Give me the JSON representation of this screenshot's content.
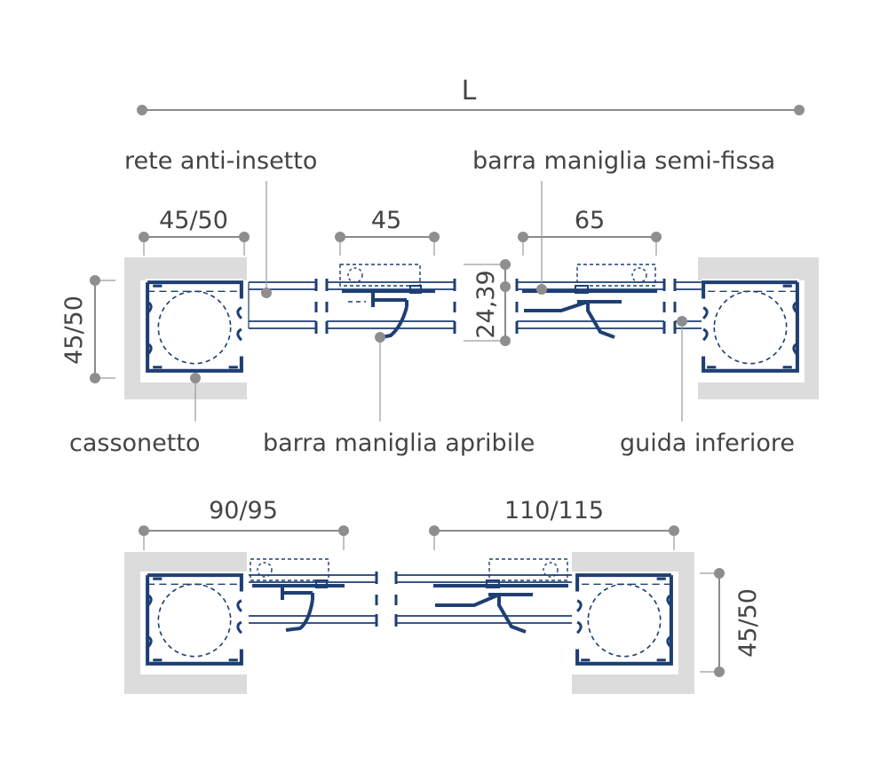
{
  "colors": {
    "profile": "#1e3f73",
    "wall": "#dcdcdc",
    "dimension": "#8e8e8e",
    "text": "#444444"
  },
  "dimensions": {
    "overall_length": "L",
    "box_width_top": "45/50",
    "handle_open_width": "45",
    "handle_semi_width": "65",
    "box_height_left": "45/50",
    "rail_height": "24,39",
    "bottom_left_width": "90/95",
    "bottom_right_width": "110/115",
    "box_height_right": "45/50"
  },
  "labels": {
    "insect_net": "rete anti-insetto",
    "semi_fixed_handle": "barra maniglia semi-fissa",
    "box": "cassonetto",
    "opening_handle": "barra maniglia apribile",
    "bottom_guide": "guida inferiore"
  }
}
